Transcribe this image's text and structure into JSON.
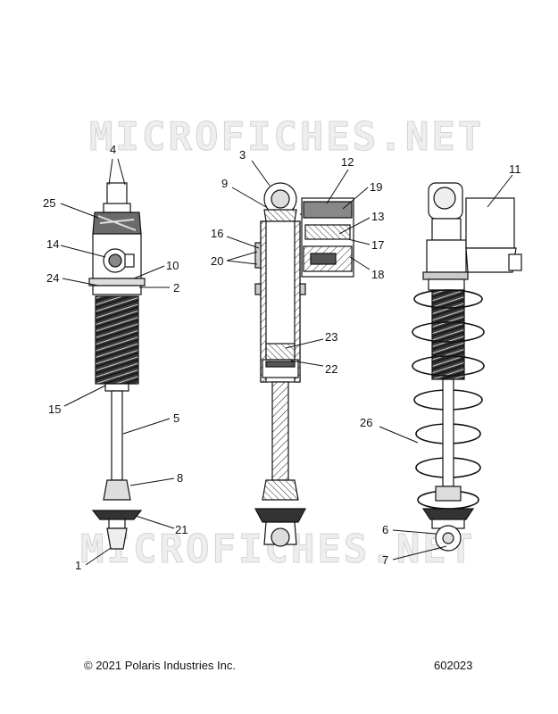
{
  "watermark": {
    "text": "MICROFICHES.NET"
  },
  "callouts": [
    {
      "id": "c1",
      "label": "1"
    },
    {
      "id": "c2",
      "label": "2"
    },
    {
      "id": "c3",
      "label": "3"
    },
    {
      "id": "c4",
      "label": "4"
    },
    {
      "id": "c5",
      "label": "5"
    },
    {
      "id": "c6",
      "label": "6"
    },
    {
      "id": "c7",
      "label": "7"
    },
    {
      "id": "c8",
      "label": "8"
    },
    {
      "id": "c9",
      "label": "9"
    },
    {
      "id": "c10",
      "label": "10"
    },
    {
      "id": "c11",
      "label": "11"
    },
    {
      "id": "c12",
      "label": "12"
    },
    {
      "id": "c13",
      "label": "13"
    },
    {
      "id": "c14",
      "label": "14"
    },
    {
      "id": "c15",
      "label": "15"
    },
    {
      "id": "c16",
      "label": "16"
    },
    {
      "id": "c17",
      "label": "17"
    },
    {
      "id": "c18",
      "label": "18"
    },
    {
      "id": "c19",
      "label": "19"
    },
    {
      "id": "c20",
      "label": "20"
    },
    {
      "id": "c21",
      "label": "21"
    },
    {
      "id": "c22",
      "label": "22"
    },
    {
      "id": "c23",
      "label": "23"
    },
    {
      "id": "c24",
      "label": "24"
    },
    {
      "id": "c25",
      "label": "25"
    },
    {
      "id": "c26",
      "label": "26"
    }
  ],
  "footer": {
    "copyright": "© 2021 Polaris Industries Inc.",
    "figure_id": "602023"
  }
}
